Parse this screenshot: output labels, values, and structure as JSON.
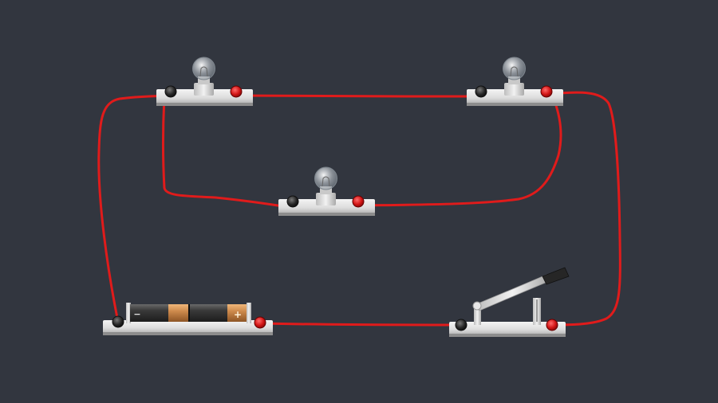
{
  "colors": {
    "background": "#32363f",
    "wire": "#e01b1b",
    "base_light": "#eeeeee",
    "base_dark": "#9a9a9a",
    "terminal_black": "#1e1e1e",
    "terminal_red": "#d01414",
    "copper": "#c98a4a"
  },
  "battery": {
    "negative_sign": "−",
    "positive_sign": "+"
  },
  "components": [
    {
      "type": "bulb-holder",
      "name": "bulb-1"
    },
    {
      "type": "bulb-holder",
      "name": "bulb-2"
    },
    {
      "type": "bulb-holder",
      "name": "bulb-3"
    },
    {
      "type": "battery-holder",
      "name": "battery"
    },
    {
      "type": "knife-switch",
      "name": "switch",
      "state": "open"
    }
  ]
}
